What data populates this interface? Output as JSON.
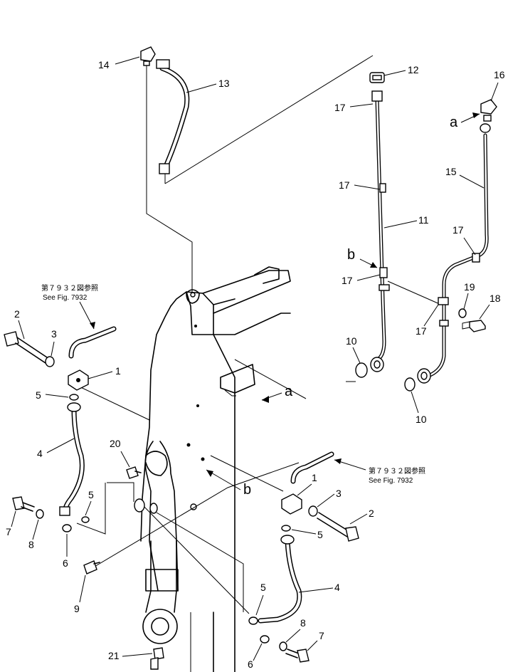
{
  "diagram": {
    "part_labels": {
      "p1a": "1",
      "p1b": "1",
      "p2a": "2",
      "p2b": "2",
      "p3a": "3",
      "p3b": "3",
      "p4a": "4",
      "p4b": "4",
      "p5a": "5",
      "p5b": "5",
      "p5c": "5",
      "p5d": "5",
      "p6a": "6",
      "p6b": "6",
      "p7a": "7",
      "p7b": "7",
      "p8a": "8",
      "p8b": "8",
      "p9": "9",
      "p10a": "10",
      "p10b": "10",
      "p11": "11",
      "p12": "12",
      "p13": "13",
      "p14": "14",
      "p15": "15",
      "p16": "16",
      "p17a": "17",
      "p17b": "17",
      "p17c": "17",
      "p17d": "17",
      "p17e": "17",
      "p18": "18",
      "p19": "19",
      "p20": "20",
      "p21": "21"
    },
    "view_markers": {
      "a1": "a",
      "a2": "a",
      "b1": "b",
      "b2": "b"
    },
    "references": [
      {
        "jp": "第７９３２図参照",
        "en": "See Fig. 7932"
      },
      {
        "jp": "第７９３２図参照",
        "en": "See Fig. 7932"
      }
    ]
  }
}
